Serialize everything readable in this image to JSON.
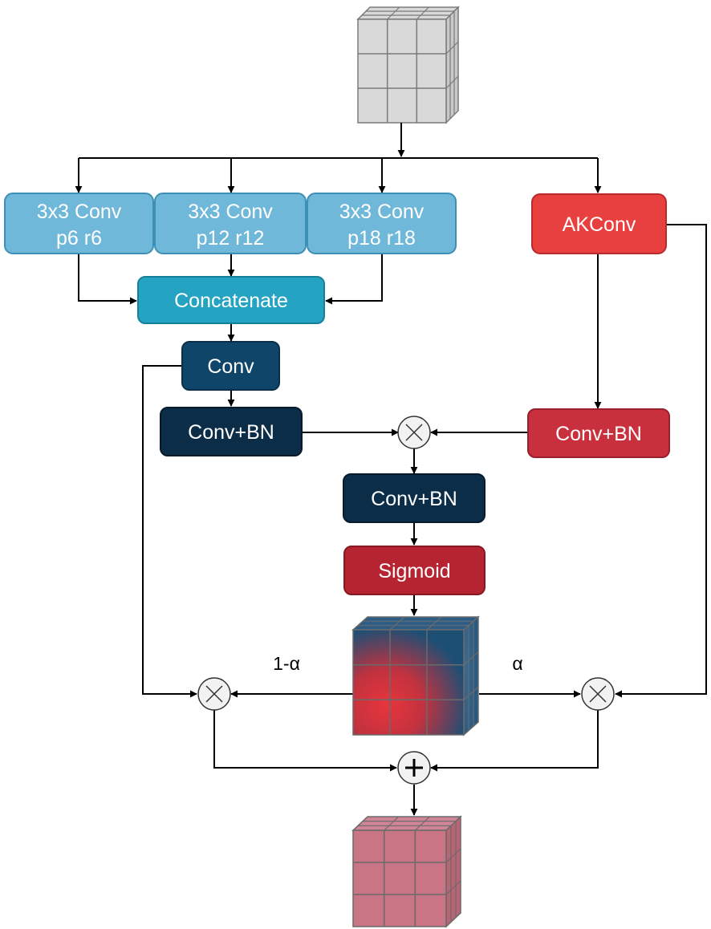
{
  "blocks": {
    "conv_p6": {
      "line1": "3x3 Conv",
      "line2": "p6 r6"
    },
    "conv_p12": {
      "line1": "3x3 Conv",
      "line2": "p12 r12"
    },
    "conv_p18": {
      "line1": "3x3 Conv",
      "line2": "p18 r18"
    },
    "akconv": {
      "label": "AKConv"
    },
    "concatenate": {
      "label": "Concatenate"
    },
    "conv": {
      "label": "Conv"
    },
    "convbn_left": {
      "label": "Conv+BN"
    },
    "convbn_right": {
      "label": "Conv+BN"
    },
    "convbn_mid": {
      "label": "Conv+BN"
    },
    "sigmoid": {
      "label": "Sigmoid"
    }
  },
  "weights": {
    "left": "1-α",
    "right": "α"
  },
  "colors": {
    "aspp_blue": "#6fb8d9",
    "concat_teal": "#25a3c2",
    "conv_navy": "#10456a",
    "convbn_dark": "#0c2d48",
    "akconv_red": "#e8403f",
    "convbn_red": "#c8303e",
    "sigmoid_red": "#b52430",
    "input_cube": "#d9d9d9",
    "output_cube": "#c97585"
  },
  "icons": [
    "multiply-icon",
    "plus-icon"
  ]
}
